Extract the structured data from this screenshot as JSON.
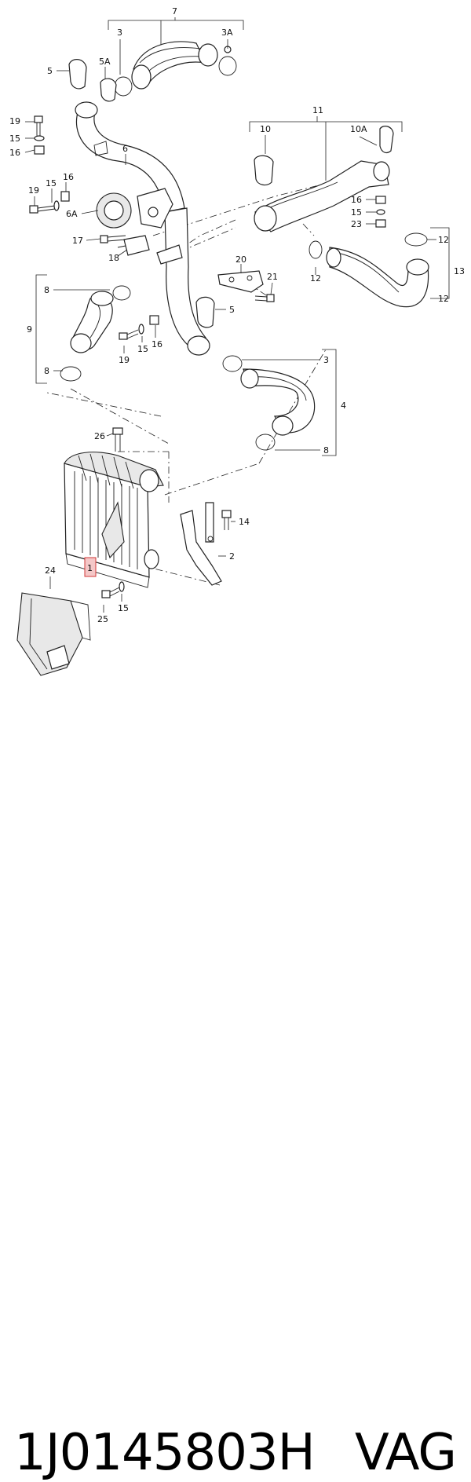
{
  "diagram": {
    "callouts": {
      "c7": "7",
      "c3a": "3",
      "c3b": "3A",
      "c5a": "5",
      "c5b": "5A",
      "c19a": "19",
      "c15a": "15",
      "c16a": "16",
      "c6": "6",
      "c16b": "16",
      "c19b": "19",
      "c15b": "15",
      "c6a": "6A",
      "c17": "17",
      "c18": "18",
      "c11": "11",
      "c10": "10",
      "c10a": "10A",
      "c16c": "16",
      "c15c": "15",
      "c23": "23",
      "c12a": "12",
      "c12b": "12",
      "c13": "13",
      "c12c": "12",
      "c20": "20",
      "c21": "21",
      "c5c": "5",
      "c8a": "8",
      "c9": "9",
      "c8b": "8",
      "c19c": "19",
      "c15d": "15",
      "c16d": "16",
      "c3c": "3",
      "c4": "4",
      "c8c": "8",
      "c26": "26",
      "c14": "14",
      "c2": "2",
      "c1": "1",
      "c24": "24",
      "c25": "25",
      "c15e": "15"
    }
  },
  "caption": {
    "part_number": "1J0145803H",
    "brand": "VAG"
  },
  "colors": {
    "highlight_fill": "#f4c7c7",
    "highlight_stroke": "#d23a3a"
  }
}
